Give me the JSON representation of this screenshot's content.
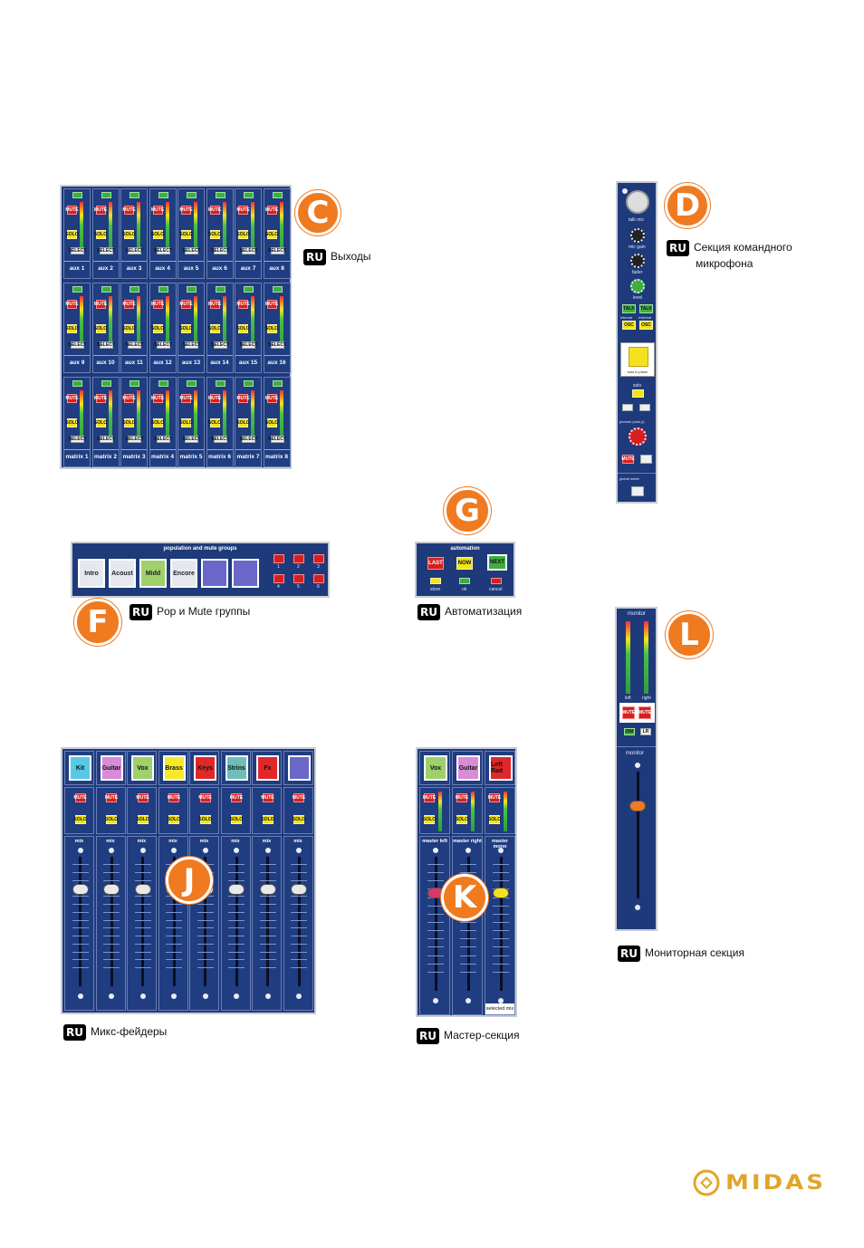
{
  "markers": {
    "c": "C",
    "d": "D",
    "f": "F",
    "g": "G",
    "j": "J",
    "k": "K",
    "l": "L"
  },
  "captions": {
    "ru_tag": "RU",
    "outputs": "Выходы",
    "talkback_line1": "Секция командного",
    "talkback_line2": "микрофона",
    "pop_mute": "Pop и Mute группы",
    "automation": "Автоматизация",
    "mix_faders": "Микс-фейдеры",
    "master": "Мастер-секция",
    "monitor": "Мониторная секция"
  },
  "outputs_panel": {
    "row1": [
      "aux 1",
      "aux 2",
      "aux 3",
      "aux 4",
      "aux 5",
      "aux 6",
      "aux 7",
      "aux 8"
    ],
    "row2": [
      "aux 9",
      "aux 10",
      "aux 11",
      "aux 12",
      "aux 13",
      "aux 14",
      "aux 15",
      "aux 16"
    ],
    "row3": [
      "matrix 1",
      "matrix 2",
      "matrix 3",
      "matrix 4",
      "matrix 5",
      "matrix 6",
      "matrix 7",
      "matrix 8"
    ],
    "mute": "MUTE",
    "solo": "SOLO",
    "select": "SELECT"
  },
  "talkback_panel": {
    "talk_mic": "talk mic",
    "mic_gain": "mic gain",
    "fader": "fader",
    "level": "level",
    "talk": "TALK",
    "internal": "internal",
    "external": "external",
    "osc": "OSC",
    "solo_in_place": "solo in place",
    "solo_label": "solo",
    "phones": "phones (solo p)",
    "global_meter": "global meter",
    "mute": "MUTE"
  },
  "groups_panel": {
    "title": "population and mute groups",
    "buttons": [
      "Intro",
      "Acoust",
      "Midd",
      "Encore",
      "",
      ""
    ],
    "mute_nums": [
      "1",
      "2",
      "3",
      "4",
      "5",
      "6"
    ]
  },
  "automation_panel": {
    "title": "automation",
    "last": "LAST",
    "now": "NOW",
    "next": "NEXT",
    "store": "store",
    "ok": "ok",
    "cancel": "cancel"
  },
  "mix_panel": {
    "labels": [
      "Kit",
      "Guitar",
      "Vox",
      "Brass",
      "Keys",
      "Strins",
      "Fx",
      ""
    ],
    "label_colors": [
      "#58c8e8",
      "#d88cd8",
      "#9ed16b",
      "#f4ea2a",
      "#e0282a",
      "#6fbdb8",
      "#e0282a",
      "#6a67c9"
    ],
    "mix": "mix",
    "mute": "MUTE",
    "solo": "SOLO"
  },
  "master_panel": {
    "labels": [
      "Vox",
      "Guitar",
      "Left Rait"
    ],
    "label_colors": [
      "#9ed16b",
      "#d88cd8",
      "#e0282a"
    ],
    "sections": [
      "master left",
      "master right",
      "master mono"
    ],
    "selected_mix": "selected mix"
  },
  "monitor_panel": {
    "title": "monitor",
    "left": "left",
    "right": "right",
    "mute": "MUTE",
    "dim": "DIM",
    "lr": "LR",
    "monitor_section": "monitor"
  },
  "logo": {
    "text": "MIDAS",
    "color": "#e2a52a"
  }
}
